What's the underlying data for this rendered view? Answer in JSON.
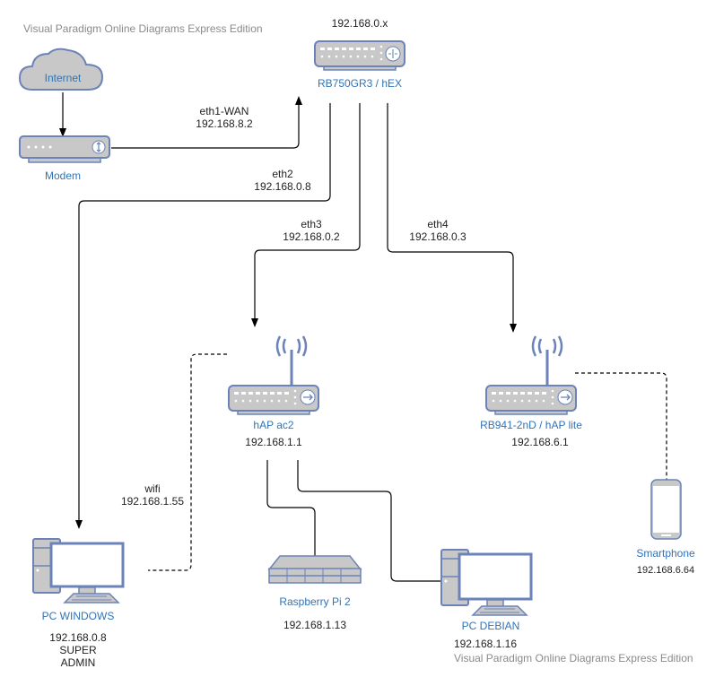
{
  "watermark": "Visual Paradigm Online Diagrams Express Edition",
  "colors": {
    "icon_fill": "#c8c8c8",
    "icon_stroke": "#6b83b8",
    "label_blue": "#2f74b8",
    "line": "#000000"
  },
  "nodes": {
    "internet": {
      "label": "Internet",
      "icon": "cloud-icon"
    },
    "modem": {
      "label": "Modem",
      "icon": "modem-icon"
    },
    "core_router": {
      "label": "RB750GR3 / hEX",
      "ip": "192.168.0.x",
      "icon": "router-icon"
    },
    "hap_ac2": {
      "label": "hAP ac2",
      "ip": "192.168.1.1",
      "icon": "wireless-router-icon"
    },
    "hap_lite": {
      "label": "RB941-2nD / hAP lite",
      "ip": "192.168.6.1",
      "icon": "wireless-router-icon"
    },
    "pc_windows": {
      "label": "PC WINDOWS",
      "info": "192.168.0.8\nSUPER\nADMIN",
      "icon": "desktop-pc-icon"
    },
    "raspberry": {
      "label": "Raspberry Pi 2",
      "ip": "192.168.1.13",
      "icon": "server-icon"
    },
    "pc_debian": {
      "label": "PC DEBIAN",
      "ip": "192.168.1.16",
      "icon": "desktop-pc-icon"
    },
    "smartphone": {
      "label": "Smartphone",
      "ip": "192.168.6.64",
      "icon": "smartphone-icon"
    }
  },
  "links": {
    "eth1": "eth1-WAN\n192.168.8.2",
    "eth2": "eth2\n192.168.0.8",
    "eth3": "eth3\n192.168.0.2",
    "eth4": "eth4\n192.168.0.3",
    "wifi": "wifi\n192.168.1.55"
  }
}
